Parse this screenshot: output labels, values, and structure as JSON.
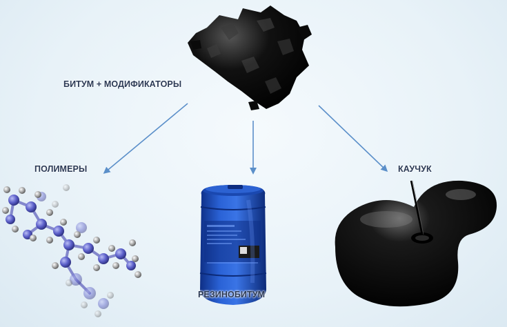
{
  "diagram": {
    "root_label": "БИТУМ + МОДИФИКАТОРЫ",
    "branches": [
      {
        "id": "polymers",
        "label": "ПОЛИМЕРЫ"
      },
      {
        "id": "rezinobitum",
        "label": "РЕЗИНОБИТУМ"
      },
      {
        "id": "rubber",
        "label": "КАУЧУК"
      }
    ]
  },
  "colors": {
    "arrow": "#5b8fc9",
    "text": "#2c3a55",
    "barrel": "#1f4fbf",
    "atom_blue": "#5b5fc9",
    "atom_grey": "#9a9a9a"
  }
}
